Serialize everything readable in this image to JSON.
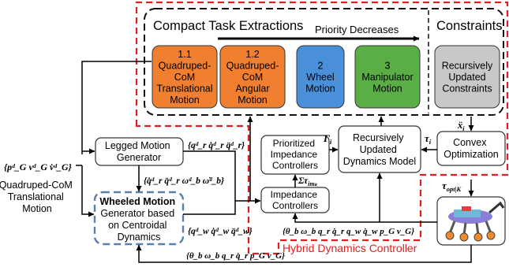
{
  "task_box": {
    "title": "Compact Task Extractions",
    "priority_label": "Priority Decreases",
    "constraints_title": "Constraints"
  },
  "tasks": [
    {
      "lines": [
        "1.1",
        "Quadruped-",
        "CoM",
        "Translational",
        "Motion"
      ],
      "color": "#f07f2f"
    },
    {
      "lines": [
        "1.2",
        "Quadruped-",
        "CoM",
        "Angular",
        "Motion"
      ],
      "color": "#f07f2f"
    },
    {
      "lines": [
        "2",
        "Wheel",
        "Motion"
      ],
      "color": "#4a90d9"
    },
    {
      "lines": [
        "3",
        "Manipulator",
        "Motion"
      ],
      "color": "#5aae45"
    }
  ],
  "constraint_box": {
    "lines": [
      "Recursively",
      "Updated",
      "Constraints"
    ],
    "color": "#c8c8c8"
  },
  "blocks": {
    "legged": [
      "Legged Motion",
      "Generator"
    ],
    "wheeled_bold": "Wheeled Motion",
    "wheeled_rest": [
      "Generator based",
      "on Centroidal",
      "Dynamics"
    ],
    "prioritized": [
      "Prioritized",
      "Impedance",
      "Controllers"
    ],
    "impedance": [
      "Impedance",
      "Controllers"
    ],
    "dynamics": [
      "Recursively",
      "Updated",
      "Dynamics Model"
    ],
    "convex": [
      "Convex",
      "Optimization"
    ]
  },
  "labels": {
    "input_set": "{pᵈ_G vᵈ_G v̇ᵈ_G}",
    "input_caption": [
      "Quadruped-CoM",
      "Translational",
      "Motion"
    ],
    "legged_out": "{qᵈ_r q̇ᵈ_r q̈ᵈ_r}",
    "wheeled_in": "{q̇ᵈ_r q̈ᵈ_r ωᵈ_b ω̇ᵈ_b}",
    "wheeled_out": "{qᵈ_w q̇ᵈ_w q̈ᵈ_w}",
    "gamma": "Γ",
    "gamma_sub": "i",
    "sum_tau": "Στ",
    "sum_tau_sub": "imₖ",
    "tau_i": "τ",
    "tau_i_sub": "i",
    "xddot": "ẍ",
    "xddot_sub": "i",
    "tau_opt": "τ",
    "tau_opt_sub": "opt|K",
    "state_feedback": "{θ_b ω_b q_r q̇_r q_w q̇_w p_G v_G}",
    "bottom_feedback": "{θ_b ω_b q_r q̇_r p_G v_G}",
    "hybrid_title": "Hybrid Dynamics Controller"
  }
}
